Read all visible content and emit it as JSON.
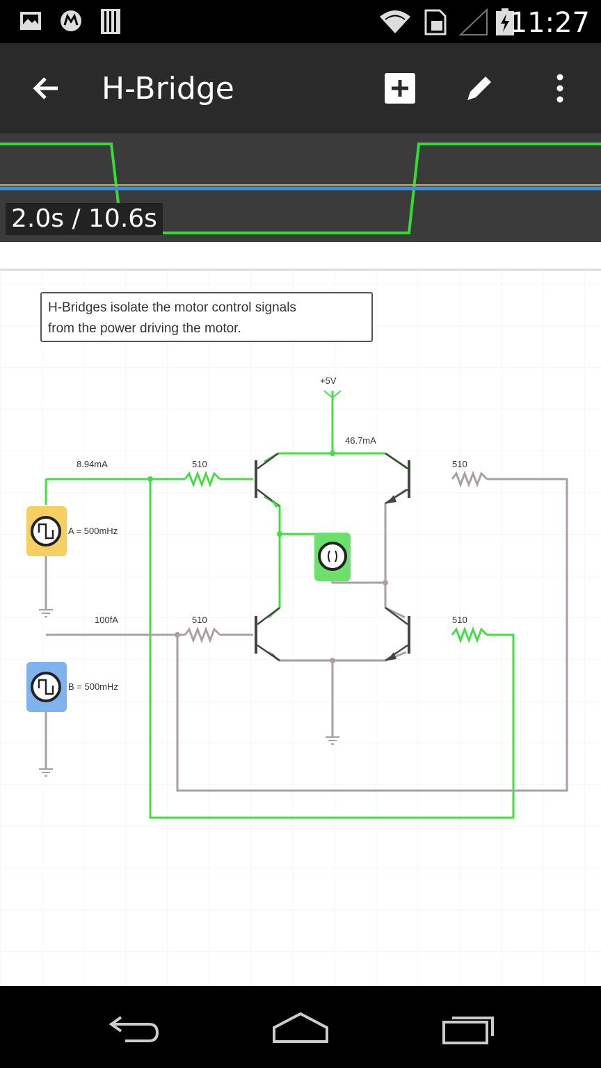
{
  "status_bar": {
    "time": "11:27",
    "icons": [
      "image-icon",
      "motorola-logo-icon",
      "storage-icon",
      "wifi-icon",
      "sim-card-icon",
      "signal-icon",
      "battery-charging-icon"
    ]
  },
  "app_bar": {
    "title": "H-Bridge",
    "buttons": [
      "back-arrow-icon",
      "add-icon",
      "edit-pencil-icon",
      "overflow-menu-icon"
    ]
  },
  "scope": {
    "readout": "2.0s / 10.6s",
    "colors": {
      "trace_a": "#33dd33",
      "trace_b": "#e0b020",
      "trace_c": "#3a8ee6"
    }
  },
  "circuit": {
    "note_line1": "H-Bridges isolate the motor control signals",
    "note_line2": "from the power driving the motor.",
    "supply_label": "+5V",
    "current_top": "46.7mA",
    "current_a": "8.94mA",
    "current_b": "100fA",
    "r1_label": "510",
    "r2_label": "510",
    "r3_label": "510",
    "r4_label": "510",
    "source_a_label": "A = 500mHz",
    "source_b_label": "B = 500mHz",
    "colors": {
      "active_wire": "#44dd44",
      "idle_wire": "#aaa0a0",
      "source_a_bg": "#f5d060",
      "source_b_bg": "#7fb3f0",
      "motor_bg": "#6be06b"
    }
  },
  "nav_bar": {
    "buttons": [
      "back-icon",
      "home-icon",
      "recent-apps-icon"
    ]
  }
}
